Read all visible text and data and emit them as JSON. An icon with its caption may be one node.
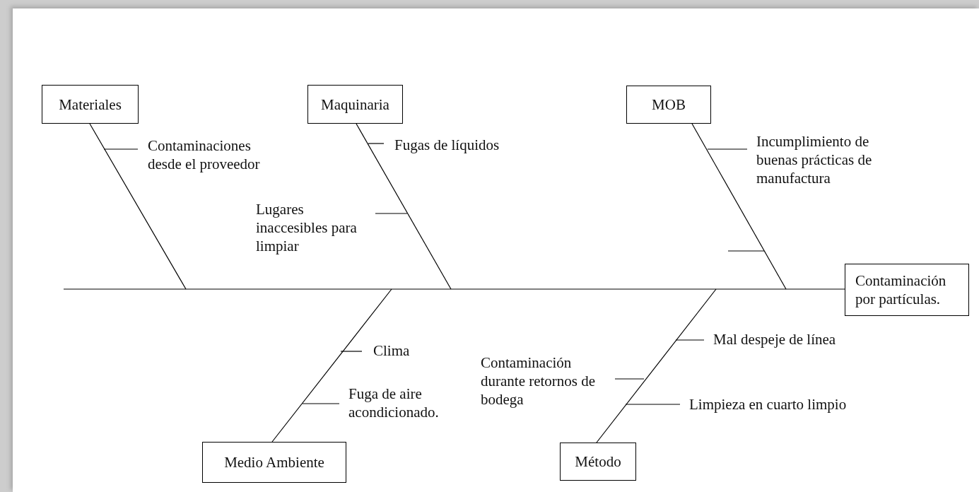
{
  "diagram": {
    "nodes": [
      {
        "text": [
          "Materiales"
        ]
      },
      {
        "text": [
          "Maquinaria"
        ]
      },
      {
        "text": [
          "MOB"
        ]
      },
      {
        "text": [
          "Contaminaciones desde el proveedor"
        ]
      },
      {
        "text": [
          "Fugas de líquidos"
        ]
      },
      {
        "text": [
          "Incumplimiento de buenas prácticas de manufactura"
        ]
      },
      {
        "text": [
          "Lugares inaccesibles para limpiar"
        ]
      },
      {
        "text": [
          "Contaminación por partículas."
        ]
      },
      {
        "text": [
          "Clima"
        ]
      },
      {
        "text": [
          "Mal despeje de línea"
        ]
      },
      {
        "text": [
          "Contaminación durante retornos de bodega"
        ]
      },
      {
        "text": [
          "Fuga de aire acondicionado."
        ]
      },
      {
        "text": [
          "Limpieza en cuarto limpio"
        ]
      },
      {
        "text": [
          "Medio Ambiente"
        ]
      },
      {
        "text": [
          "Método"
        ]
      }
    ],
    "edges": [
      {
        "from": 0,
        "to": null,
        "arrow": "none"
      },
      {
        "from": 1,
        "to": null,
        "arrow": "none"
      },
      {
        "from": 2,
        "to": null,
        "arrow": "none"
      },
      {
        "from": 13,
        "to": null,
        "arrow": "none"
      },
      {
        "from": 14,
        "to": null,
        "arrow": "none"
      },
      {
        "from": null,
        "to": 7,
        "arrow": "none"
      },
      {
        "from": 3,
        "to": null,
        "arrow": "none"
      },
      {
        "from": 4,
        "to": null,
        "arrow": "none"
      },
      {
        "from": 6,
        "to": null,
        "arrow": "none"
      },
      {
        "from": 5,
        "to": null,
        "arrow": "none"
      },
      {
        "from": 8,
        "to": null,
        "arrow": "none"
      },
      {
        "from": 11,
        "to": null,
        "arrow": "none"
      },
      {
        "from": 10,
        "to": null,
        "arrow": "none"
      },
      {
        "from": 9,
        "to": null,
        "arrow": "none"
      },
      {
        "from": 12,
        "to": null,
        "arrow": "none"
      }
    ]
  }
}
